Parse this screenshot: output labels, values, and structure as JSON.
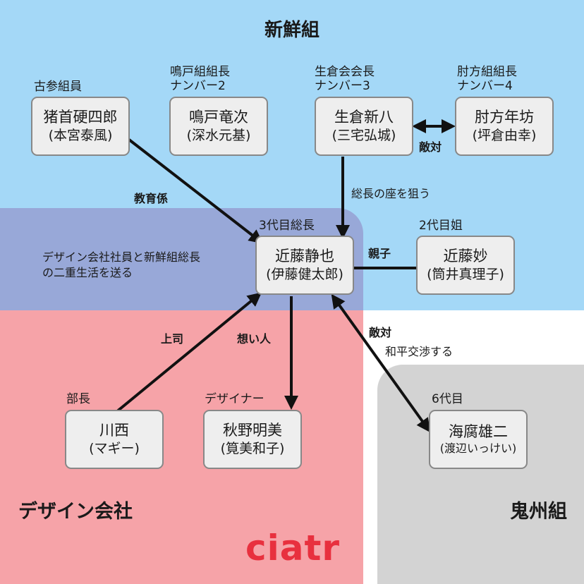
{
  "groups": {
    "shinsengumi": "新鮮組",
    "design_company": "デザイン会社",
    "onishu": "鬼州組"
  },
  "nodes": {
    "inokubi": {
      "role": "古参組員",
      "name": "猪首硬四郎",
      "actor": "(本宮泰風)"
    },
    "naruto": {
      "role": "鳴戸組組長\nナンバー2",
      "name": "鳴戸竜次",
      "actor": "(深水元基)"
    },
    "ikura": {
      "role": "生倉会会長\nナンバー3",
      "name": "生倉新八",
      "actor": "(三宅弘城)"
    },
    "hijikata": {
      "role": "肘方組組長\nナンバー4",
      "name": "肘方年坊",
      "actor": "(坪倉由幸)"
    },
    "kondo_shizuya": {
      "role": "3代目総長",
      "name": "近藤静也",
      "actor": "(伊藤健太郎)"
    },
    "kondo_tae": {
      "role": "2代目姐",
      "name": "近藤妙",
      "actor": "(筒井真理子)"
    },
    "kawanishi": {
      "role": "部長",
      "name": "川西",
      "actor": "(マギー)"
    },
    "akino": {
      "role": "デザイナー",
      "name": "秋野明美",
      "actor": "(筧美和子)"
    },
    "kaifu": {
      "role": "6代目",
      "name": "海腐雄二",
      "actor": "(渡辺いっけい)"
    }
  },
  "edges": {
    "education": "教育係",
    "rival_top": "敵対",
    "seat": "総長の座を狙う",
    "parent_child": "親子",
    "boss": "上司",
    "crush": "想い人",
    "rival_bottom": "敵対",
    "peace": "和平交渉する"
  },
  "note": "デザイン会社社員と新鮮組総長\nの二重生活を送る",
  "logo": "ciatr",
  "colors": {
    "shinsengumi_bg": "#a4d8f7",
    "overlap_bg": "#98a8d8",
    "design_bg": "#f6a3a8",
    "onishu_bg": "#d3d3d3",
    "logo": "#e8303e"
  }
}
